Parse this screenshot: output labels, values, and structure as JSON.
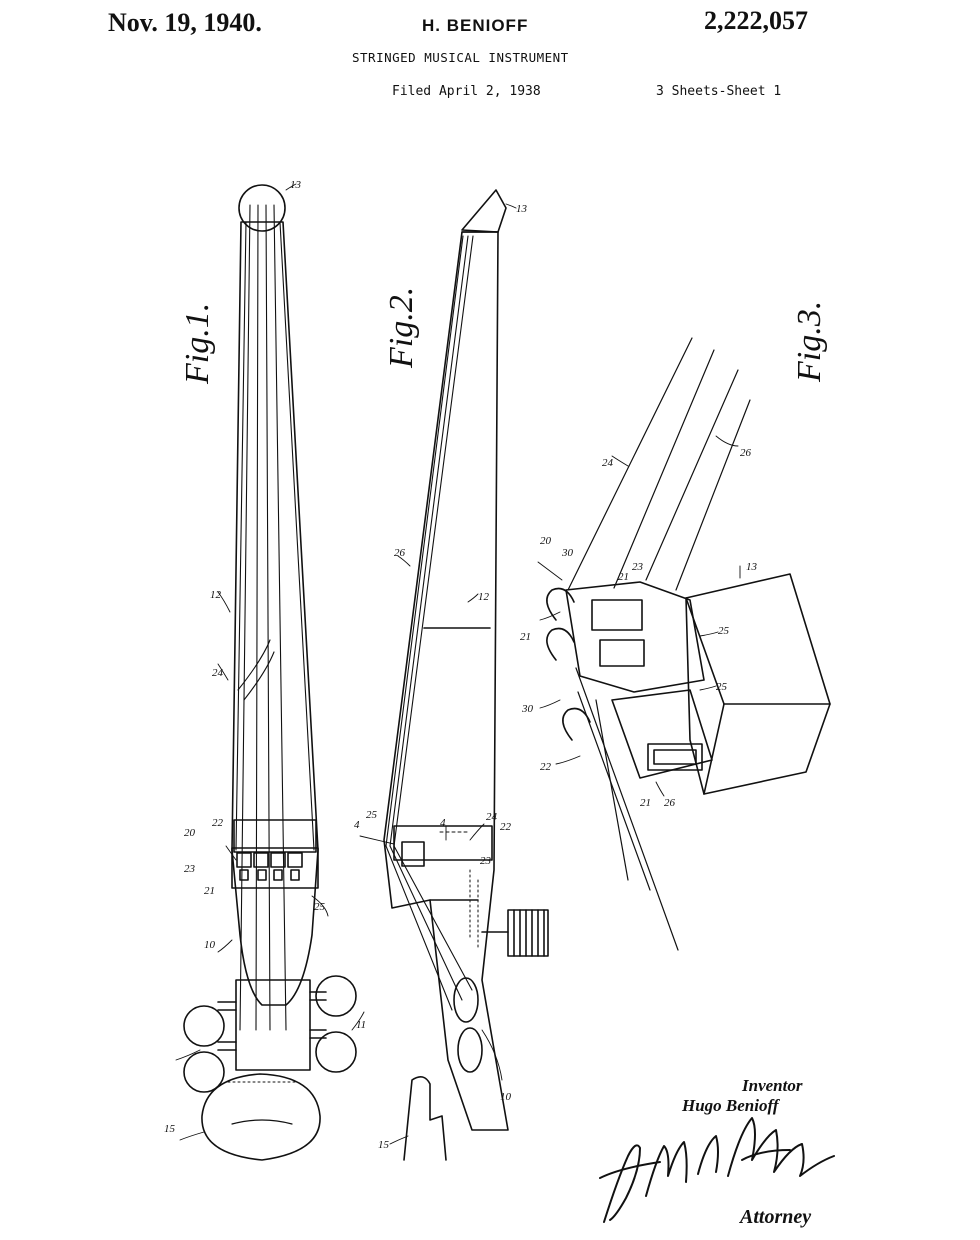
{
  "header": {
    "date": "Nov. 19, 1940.",
    "inventor": "H. BENIOFF",
    "patent_number": "2,222,057",
    "title": "STRINGED MUSICAL INSTRUMENT",
    "filed": "Filed April 2, 1938",
    "sheets": "3 Sheets-Sheet 1"
  },
  "figures": {
    "fig1": "Fig.1.",
    "fig2": "Fig.2.",
    "fig3": "Fig.3."
  },
  "refs": {
    "r10": "10",
    "r11": "11",
    "r12": "12",
    "r13": "13",
    "r15": "15",
    "r20": "20",
    "r21": "21",
    "r22": "22",
    "r23": "23",
    "r24": "24",
    "r25": "25",
    "r26": "26",
    "r30": "30",
    "r4": "4"
  },
  "signature": {
    "inventor_label": "Inventor",
    "inventor_name": "Hugo Benioff",
    "attorney_label": "Attorney"
  }
}
